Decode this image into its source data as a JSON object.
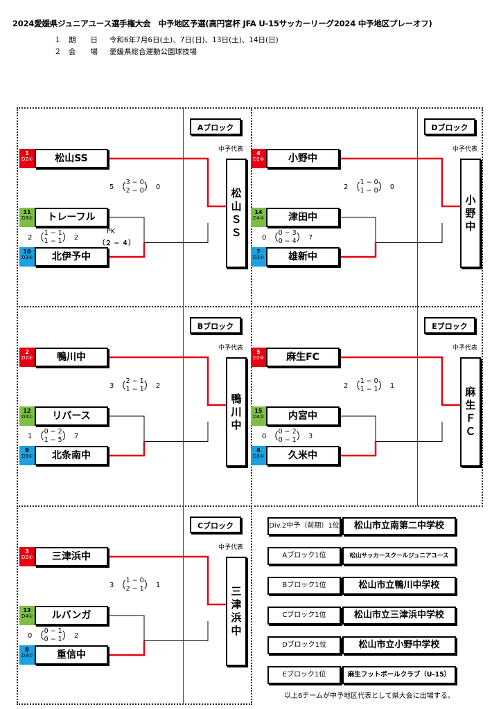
{
  "header": {
    "title": "2024愛媛県ジュニアユース選手権大会　中予地区予選(高円宮杯 JFA U-15サッカーリーグ2024 中予地区プレーオフ)",
    "date_label": "１　期　　日",
    "date_value": "令和6年7月6日(土)、7日(日)、13日(土)、14日(日)",
    "venue_label": "２　会　　場",
    "venue_value": "愛媛県総合運動公園球技場"
  },
  "representative_label": "中予代表",
  "blocks": [
    {
      "label": "Aブロック",
      "winner_chars": [
        "松",
        "山",
        "Ｓ",
        "Ｓ"
      ],
      "teams": [
        {
          "seed": "1",
          "division": "D2②",
          "name": "松山SS",
          "color": "red"
        },
        {
          "seed": "11",
          "division": "D3③",
          "name": "トレーフル",
          "color": "green"
        },
        {
          "seed": "10",
          "division": "D3③",
          "name": "北伊予中",
          "color": "blue"
        }
      ],
      "final": {
        "left": "5",
        "h1": "3 − 0",
        "h2": "2 − 0",
        "right": "0"
      },
      "semi": {
        "left": "2",
        "h1": "1 − 1",
        "h2": "1 − 1",
        "right": "2",
        "pk_label": "PK",
        "pk_score": "（２ − ４）"
      }
    },
    {
      "label": "Bブロック",
      "winner_chars": [
        "鴨",
        "川",
        "中"
      ],
      "teams": [
        {
          "seed": "2",
          "division": "D2③",
          "name": "鴨川中",
          "color": "red"
        },
        {
          "seed": "12",
          "division": "D4①",
          "name": "リバース",
          "color": "green"
        },
        {
          "seed": "9",
          "division": "D3②",
          "name": "北条南中",
          "color": "blue"
        }
      ],
      "final": {
        "left": "3",
        "h1": "2 − 1",
        "h2": "1 − 1",
        "right": "2"
      },
      "semi": {
        "left": "1",
        "h1": "0 − 2",
        "h2": "1 − 5",
        "right": "7"
      }
    },
    {
      "label": "Cブロック",
      "winner_chars": [
        "三",
        "津",
        "浜",
        "中"
      ],
      "teams": [
        {
          "seed": "3",
          "division": "D2④",
          "name": "三津浜中",
          "color": "red"
        },
        {
          "seed": "13",
          "division": "D4①",
          "name": "ルバンガ",
          "color": "green"
        },
        {
          "seed": "8",
          "division": "D3②",
          "name": "重信中",
          "color": "blue"
        }
      ],
      "final": {
        "left": "3",
        "h1": "1 − 0",
        "h2": "2 − 1",
        "right": "1"
      },
      "semi": {
        "left": "0",
        "h1": "0 − 1",
        "h2": "0 − 1",
        "right": "2"
      }
    },
    {
      "label": "Dブロック",
      "winner_chars": [
        "小",
        "野",
        "中"
      ],
      "teams": [
        {
          "seed": "4",
          "division": "D2⑤",
          "name": "小野中",
          "color": "red"
        },
        {
          "seed": "14",
          "division": "D4②",
          "name": "津田中",
          "color": "green"
        },
        {
          "seed": "7",
          "division": "D3①",
          "name": "雄新中",
          "color": "blue"
        }
      ],
      "final": {
        "left": "2",
        "h1": "1 − 0",
        "h2": "1 − 0",
        "right": "0"
      },
      "semi": {
        "left": "0",
        "h1": "0 − 3",
        "h2": "0 − 4",
        "right": "7"
      }
    },
    {
      "label": "Eブロック",
      "winner_chars": [
        "麻",
        "生",
        "Ｆ",
        "Ｃ"
      ],
      "teams": [
        {
          "seed": "5",
          "division": "D2⑥",
          "name": "麻生FC",
          "color": "red"
        },
        {
          "seed": "15",
          "division": "D4②",
          "name": "内宮中",
          "color": "green"
        },
        {
          "seed": "6",
          "division": "D3①",
          "name": "久米中",
          "color": "blue"
        }
      ],
      "final": {
        "left": "2",
        "h1": "1 − 0",
        "h2": "1 − 1",
        "right": "1"
      },
      "semi": {
        "left": "0",
        "h1": "0 − 2",
        "h2": "0 − 1",
        "right": "3"
      }
    }
  ],
  "summary": [
    {
      "label": "Div.2中予（前期）1位",
      "value": "松山市立南第二中学校"
    },
    {
      "label": "Aブロック1位",
      "value": "松山サッカースクールジュニアユース"
    },
    {
      "label": "Bブロック1位",
      "value": "松山市立鴨川中学校"
    },
    {
      "label": "Cブロック1位",
      "value": "松山市立三津浜中学校"
    },
    {
      "label": "Dブロック1位",
      "value": "松山市立小野中学校"
    },
    {
      "label": "Eブロック1位",
      "value": "麻生フットボールクラブ（U-15）"
    }
  ],
  "footer_note": "以上6チームが中予地区代表として県大会に出場する。"
}
